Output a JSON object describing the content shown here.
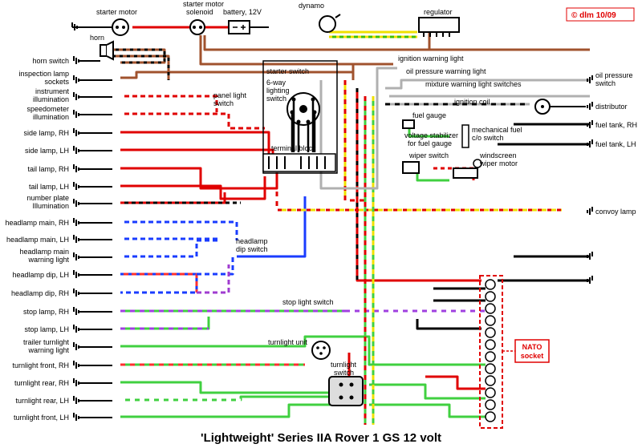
{
  "credit": "© dlm 10/09",
  "title": "'Lightweight' Series IIA  Rover 1 GS 12 volt",
  "top_components": {
    "starter_motor": "starter motor",
    "starter_solenoid_1": "starter motor",
    "starter_solenoid_2": "solenoid",
    "battery": "battery, 12V",
    "dynamo": "dynamo",
    "regulator": "regulator",
    "horn": "horn"
  },
  "center_components": {
    "starter_switch": "starter switch",
    "lighting_switch_1": "6-way",
    "lighting_switch_2": "lighting",
    "lighting_switch_3": "switch",
    "terminal_block": "terminal block",
    "panel_light_switch_1": "panel light",
    "panel_light_switch_2": "switch",
    "headlamp_dip_switch_1": "headlamp",
    "headlamp_dip_switch_2": "dip switch",
    "stop_light_switch": "stop light switch",
    "turnlight_unit": "turnlight unit",
    "turnlight_switch_1": "turnlight",
    "turnlight_switch_2": "switch",
    "ignition_warning_light": "ignition warning  light",
    "oil_pressure_warning_light": "oil pressure  warning  light",
    "mixture_warning_light_switches": "mixture warning light switches",
    "ignition_coil": "ignition coil",
    "fuel_gauge": "fuel gauge",
    "voltage_stabilizer_1": "voltage stabilizer",
    "voltage_stabilizer_2": "for fuel gauge",
    "mechanical_fuel_1": "mechanical fuel",
    "mechanical_fuel_2": "c/o switch",
    "wiper_switch": "wiper switch",
    "windscreen_wiper_motor_1": "windscreen",
    "windscreen_wiper_motor_2": "wiper motor",
    "nato_socket_1": "NATO",
    "nato_socket_2": "socket"
  },
  "left_labels": [
    "horn switch",
    "inspection lamp",
    "sockets",
    "instrument",
    "illumination",
    "speedometer",
    "illumination",
    "side lamp, RH",
    "side lamp, LH",
    "tail lamp, RH",
    "tail lamp, LH",
    "number plate",
    "Illumination",
    "headlamp main, RH",
    "headlamp main, LH",
    "headlamp main",
    "warning light",
    "headlamp dip, LH",
    "headlamp dip, RH",
    "stop lamp, RH",
    "stop lamp, LH",
    "trailer turnlight",
    "warning light",
    "turnlight front, RH",
    "turnlight rear, RH",
    "turnlight rear, LH",
    "turnlight front, LH"
  ],
  "right_labels": [
    "oil pressure",
    "switch",
    "distributor",
    "fuel tank, RH",
    "fuel tank, LH",
    "convoy lamp"
  ]
}
